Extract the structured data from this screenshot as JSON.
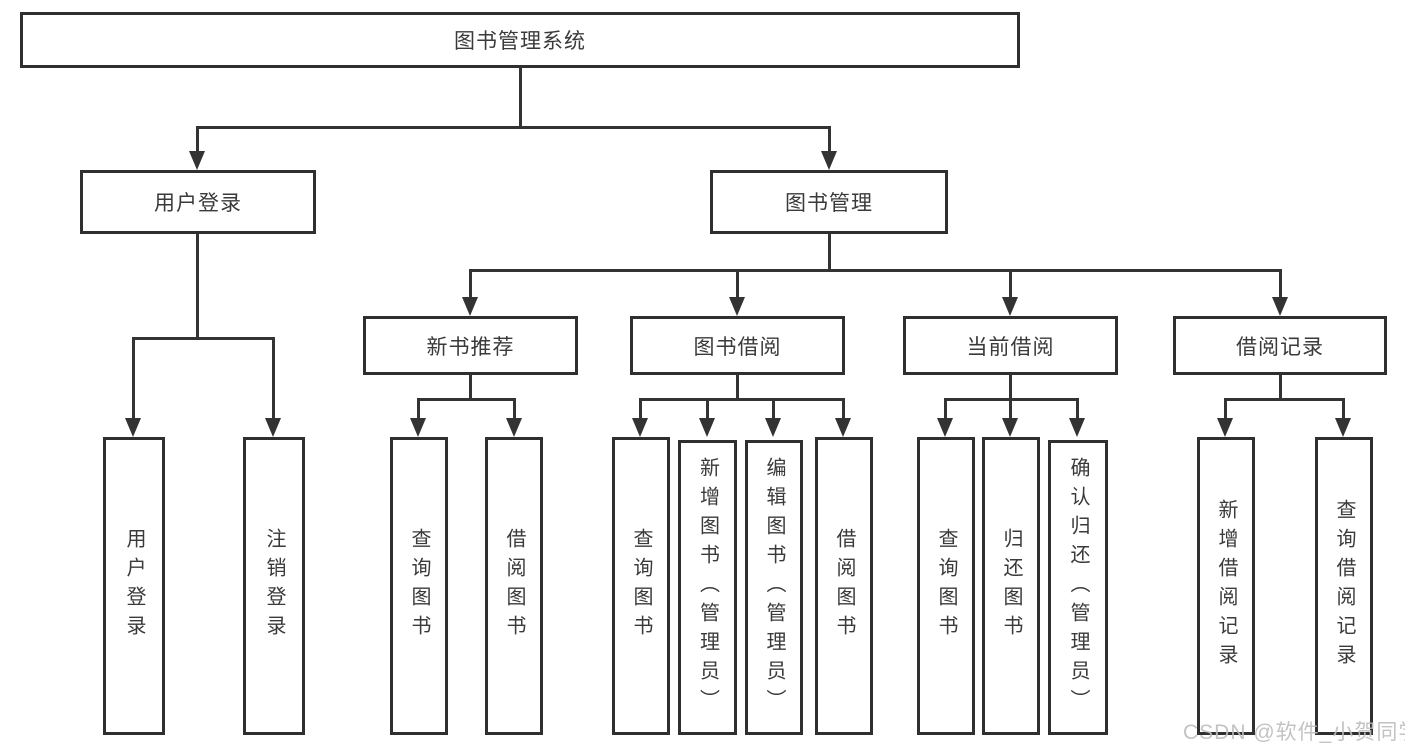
{
  "diagram": {
    "type": "tree",
    "title": "图书管理系统",
    "colors": {
      "background": "#ffffff",
      "box_border": "#2f2f2f",
      "connector": "#333333",
      "text": "#3a3a3a",
      "watermark": "#bebebe"
    }
  },
  "nodes": {
    "root": {
      "label": "图书管理系统"
    },
    "level2": {
      "user_login": {
        "label": "用户登录"
      },
      "book_mgmt": {
        "label": "图书管理"
      }
    },
    "level3": {
      "new_book_rec": {
        "label": "新书推荐"
      },
      "book_borrow": {
        "label": "图书借阅"
      },
      "current_borrow": {
        "label": "当前借阅"
      },
      "borrow_records": {
        "label": "借阅记录"
      }
    },
    "leaves": {
      "login": {
        "label": "用户登录"
      },
      "logout": {
        "label": "注销登录"
      },
      "rec_query": {
        "label": "查询图书"
      },
      "rec_borrow": {
        "label": "借阅图书"
      },
      "borrow_query": {
        "label": "查询图书"
      },
      "borrow_add": {
        "label": "新增图书（管理员）"
      },
      "borrow_edit": {
        "label": "编辑图书（管理员）"
      },
      "borrow_borrow": {
        "label": "借阅图书"
      },
      "cur_query": {
        "label": "查询图书"
      },
      "cur_return": {
        "label": "归还图书"
      },
      "cur_confirm": {
        "label": "确认归还（管理员）"
      },
      "rcd_add": {
        "label": "新增借阅记录"
      },
      "rcd_query": {
        "label": "查询借阅记录"
      }
    }
  },
  "hierarchy": [
    {
      "parent": "图书管理系统",
      "children": [
        "用户登录",
        "图书管理"
      ]
    },
    {
      "parent": "用户登录",
      "children": [
        "用户登录",
        "注销登录"
      ]
    },
    {
      "parent": "图书管理",
      "children": [
        "新书推荐",
        "图书借阅",
        "当前借阅",
        "借阅记录"
      ]
    },
    {
      "parent": "新书推荐",
      "children": [
        "查询图书",
        "借阅图书"
      ]
    },
    {
      "parent": "图书借阅",
      "children": [
        "查询图书",
        "新增图书（管理员）",
        "编辑图书（管理员）",
        "借阅图书"
      ]
    },
    {
      "parent": "当前借阅",
      "children": [
        "查询图书",
        "归还图书",
        "确认归还（管理员）"
      ]
    },
    {
      "parent": "借阅记录",
      "children": [
        "新增借阅记录",
        "查询借阅记录"
      ]
    }
  ],
  "watermark": {
    "text": "CSDN @软件_小贺同学"
  }
}
